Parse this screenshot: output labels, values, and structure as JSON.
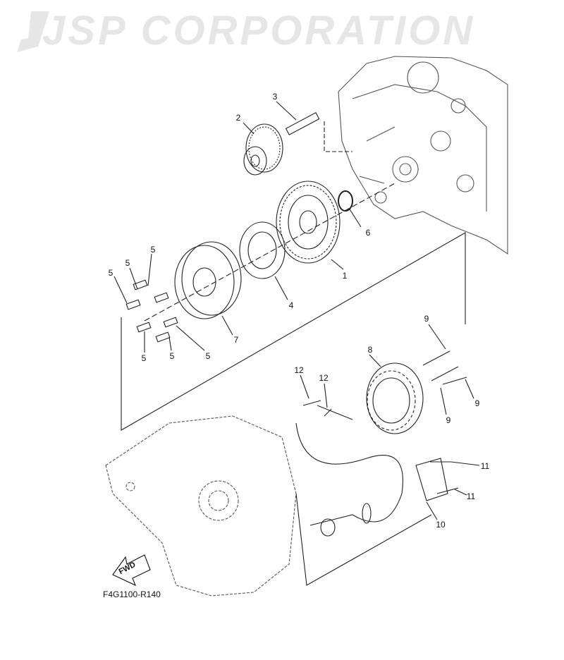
{
  "watermark": {
    "text": "JSP CORPORATION"
  },
  "diagram_code": "F4G1100-R140",
  "direction_label": "FWD",
  "callouts": [
    {
      "id": "c3",
      "label": "3"
    },
    {
      "id": "c2",
      "label": "2"
    },
    {
      "id": "c6",
      "label": "6"
    },
    {
      "id": "c1",
      "label": "1"
    },
    {
      "id": "c5a",
      "label": "5"
    },
    {
      "id": "c5b",
      "label": "5"
    },
    {
      "id": "c5c",
      "label": "5"
    },
    {
      "id": "c4",
      "label": "4"
    },
    {
      "id": "c7",
      "label": "7"
    },
    {
      "id": "c5d",
      "label": "5"
    },
    {
      "id": "c5e",
      "label": "5"
    },
    {
      "id": "c5f",
      "label": "5"
    },
    {
      "id": "c9a",
      "label": "9"
    },
    {
      "id": "c8",
      "label": "8"
    },
    {
      "id": "c12a",
      "label": "12"
    },
    {
      "id": "c12b",
      "label": "12"
    },
    {
      "id": "c9b",
      "label": "9"
    },
    {
      "id": "c9c",
      "label": "9"
    },
    {
      "id": "c11a",
      "label": "11"
    },
    {
      "id": "c11b",
      "label": "11"
    },
    {
      "id": "c10",
      "label": "10"
    }
  ]
}
